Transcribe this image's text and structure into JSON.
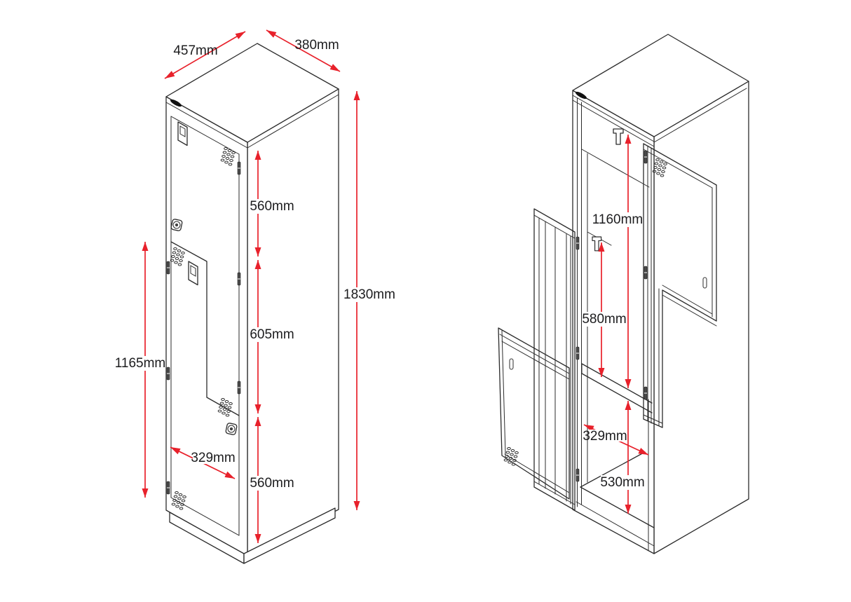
{
  "document": {
    "background": "#ffffff",
    "description": "Technical dimension drawing of a Z-door locker: closed isometric view (left) and open view showing interior (right)"
  },
  "colors": {
    "line": "#2b2b2b",
    "dimension_arrow": "#e8212b",
    "text": "#1c1c1e",
    "label_background": "#ffffff",
    "brand_sticker": "#111111"
  },
  "views": {
    "closed": {
      "title": "closed locker isometric view"
    },
    "open": {
      "title": "open locker interior view"
    }
  },
  "dims": {
    "top_width": "457mm",
    "top_depth": "380mm",
    "overall_height": "1830mm",
    "upper_door_height": "560mm",
    "middle_section_height": "605mm",
    "lower_section_height": "560mm",
    "lower_door_height": "1165mm",
    "door_width": "329mm",
    "upper_compartment_height": "1160mm",
    "hanging_height": "580mm",
    "internal_width": "329mm",
    "lower_compartment_height": "530mm"
  },
  "icons": {
    "lock": "cam-lock-icon",
    "hinge": "hinge-icon",
    "vents": "vent-holes",
    "card_holder": "label-holder",
    "hook": "coat-hook-icon",
    "sticker": "brand-label"
  }
}
